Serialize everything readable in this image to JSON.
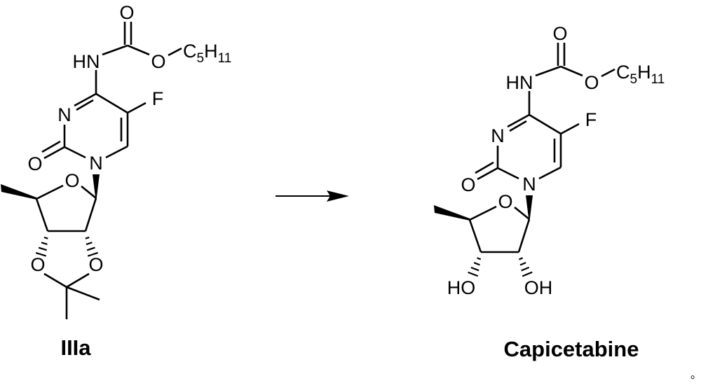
{
  "reactant": {
    "name": "IIIa",
    "atoms": {
      "carbonyl_o": "O",
      "nh": "HN",
      "ester_o": "O",
      "chain_c": "C",
      "chain_c_sub": "5",
      "chain_h": "H",
      "chain_h_sub": "11",
      "f": "F",
      "n3": "N",
      "o2": "O",
      "n1": "N",
      "ring_o": "O",
      "o_left": "O",
      "o_right": "O"
    }
  },
  "product": {
    "name": "Capicetabine",
    "atoms": {
      "carbonyl_o": "O",
      "nh": "HN",
      "ester_o": "O",
      "chain_c": "C",
      "chain_c_sub": "5",
      "chain_h": "H",
      "chain_h_sub": "11",
      "f": "F",
      "n3": "N",
      "o2": "O",
      "n1": "N",
      "ring_o": "O",
      "ho_left": "HO",
      "oh_right": "OH"
    }
  },
  "trailing_mark": "。",
  "colors": {
    "ink": "#000000",
    "background": "#ffffff"
  }
}
